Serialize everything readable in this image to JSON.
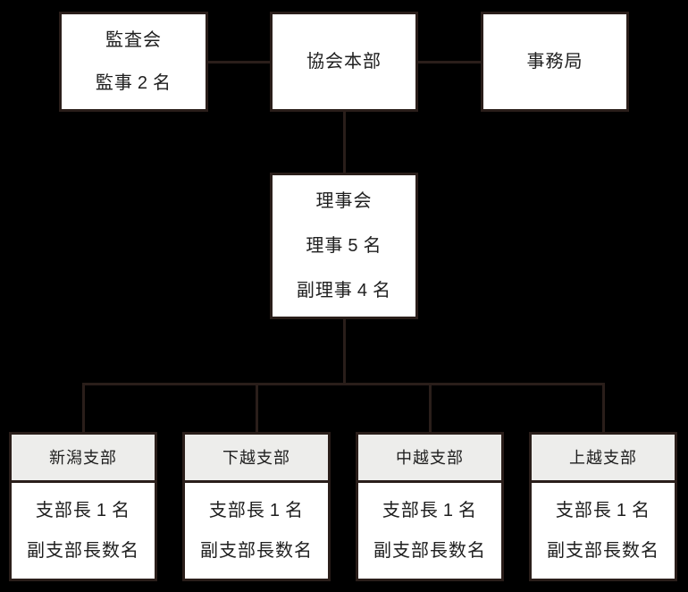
{
  "colors": {
    "bg": "#000000",
    "line": "#2a1e1a",
    "box-fill": "#ffffff",
    "header-fill": "#ededeb",
    "ink": "#1f1f1f"
  },
  "chart": {
    "audit_board": {
      "title": "監査会",
      "detail": "監事 2 名"
    },
    "headquarters": {
      "title": "協会本部"
    },
    "secretariat": {
      "title": "事務局"
    },
    "board": {
      "title": "理事会",
      "details": [
        "理事 5 名",
        "副理事 4 名"
      ]
    },
    "branches": [
      {
        "name": "新潟支部",
        "details": [
          "支部長 1 名",
          "副支部長数名"
        ]
      },
      {
        "name": "下越支部",
        "details": [
          "支部長 1 名",
          "副支部長数名"
        ]
      },
      {
        "name": "中越支部",
        "details": [
          "支部長 1 名",
          "副支部長数名"
        ]
      },
      {
        "name": "上越支部",
        "details": [
          "支部長 1 名",
          "副支部長数名"
        ]
      }
    ]
  }
}
